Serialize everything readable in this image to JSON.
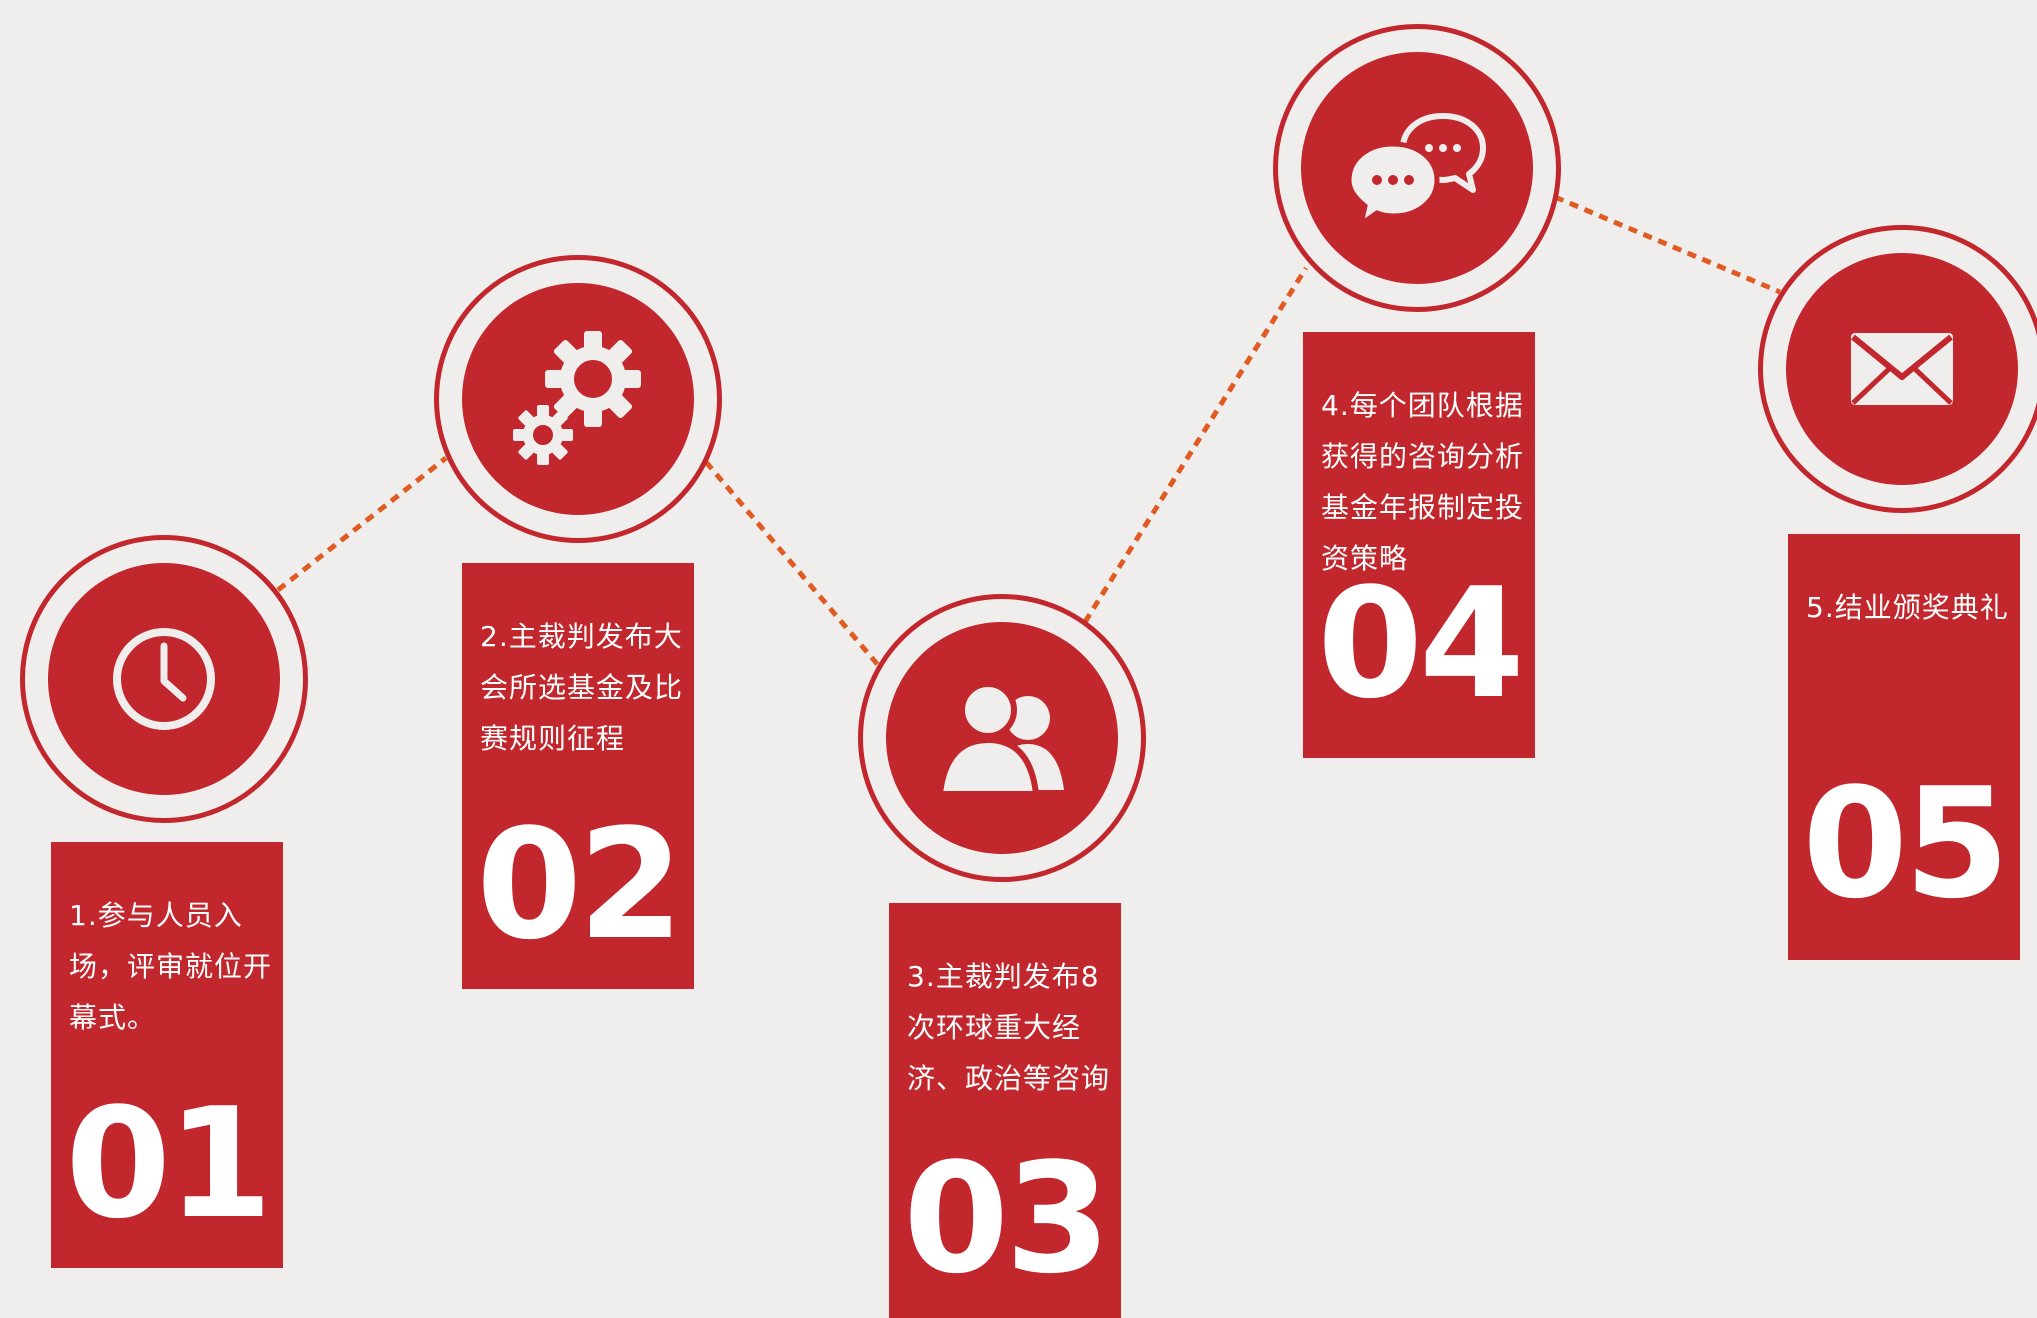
{
  "colors": {
    "accent": "#c1272d",
    "background": "#efeeec",
    "connector": "#e05a22",
    "text_on_accent": "#ffffff"
  },
  "steps": [
    {
      "icon": "clock-icon",
      "text": "1.参与人员入场，评审就位开幕式。",
      "number": "01"
    },
    {
      "icon": "gears-icon",
      "text": "2.主裁判发布大会所选基金及比赛规则征程",
      "number": "02"
    },
    {
      "icon": "users-icon",
      "text": "3.主裁判发布8次环球重大经济、政治等咨询",
      "number": "03"
    },
    {
      "icon": "chat-bubbles-icon",
      "text": "4.每个团队根据获得的咨询分析基金年报制定投资策略",
      "number": "04"
    },
    {
      "icon": "envelope-icon",
      "text": "5.结业颁奖典礼",
      "number": "05"
    }
  ]
}
